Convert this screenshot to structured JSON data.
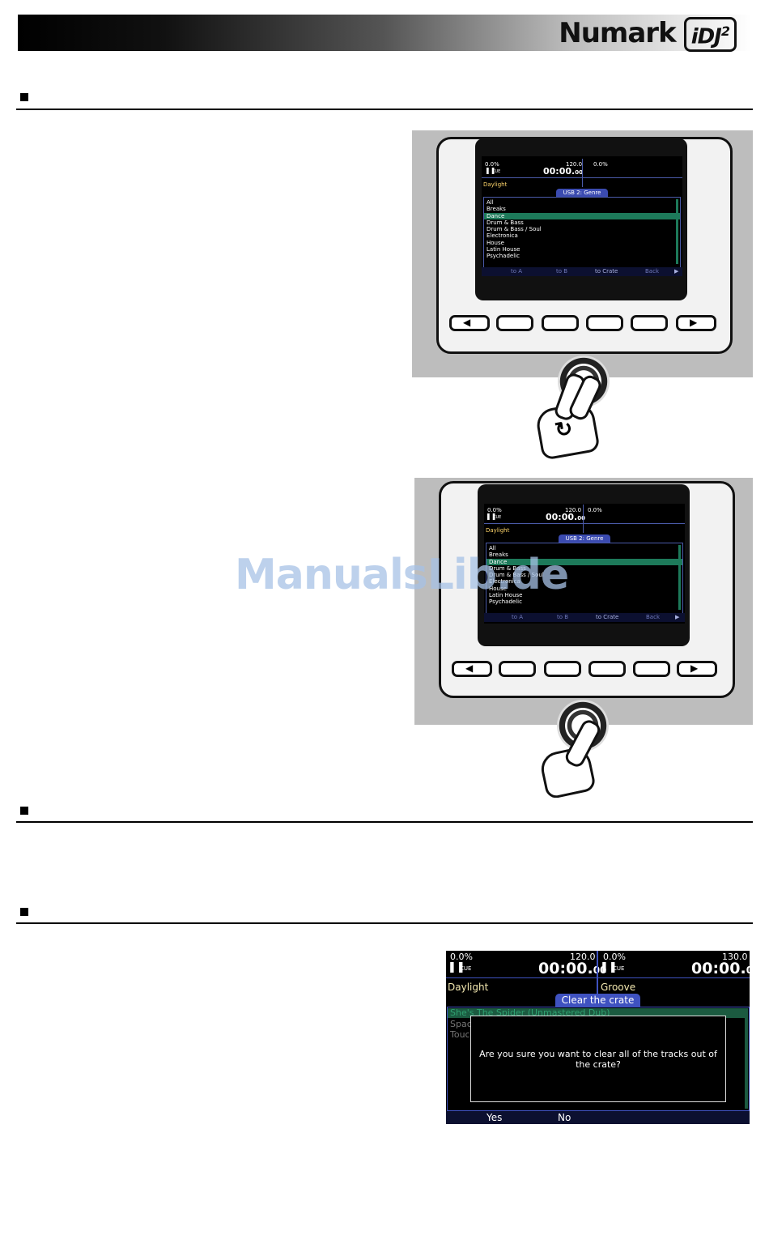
{
  "header": {
    "brand": "Numark",
    "model": "iDJ",
    "model_sup": "2"
  },
  "watermark": "ManualsLib.de",
  "screen": {
    "pitch_left": "0.0%",
    "bpm_left": "120.0",
    "pitch_right": "0.0%",
    "time": "00:00.",
    "time_small": "00",
    "cue": "CUE",
    "track_left": "Daylight",
    "tab": "USB 2: Genre",
    "list": [
      "All",
      "Breaks",
      "Dance",
      "Drum & Bass",
      "Drum & Bass / Soul",
      "Electronica",
      "House",
      "Latin House",
      "Psychadelic"
    ],
    "soft": [
      "to A",
      "to B",
      "to Crate",
      "Back"
    ]
  },
  "dialog": {
    "pitch_left": "0.0%",
    "bpm_left": "120.0",
    "pitch_right": "0.0%",
    "bpm_right": "130.0",
    "time": "00:00.",
    "time_small": "00",
    "cue": "CUE",
    "track_left": "Daylight",
    "track_right": "Groove",
    "tab": "Clear the crate",
    "rows": [
      "She's The Spider (Unmastered Dub)",
      "Spac",
      "Touc"
    ],
    "message": "Are you sure you want to clear all of the tracks out of the crate?",
    "yes": "Yes",
    "no": "No"
  }
}
